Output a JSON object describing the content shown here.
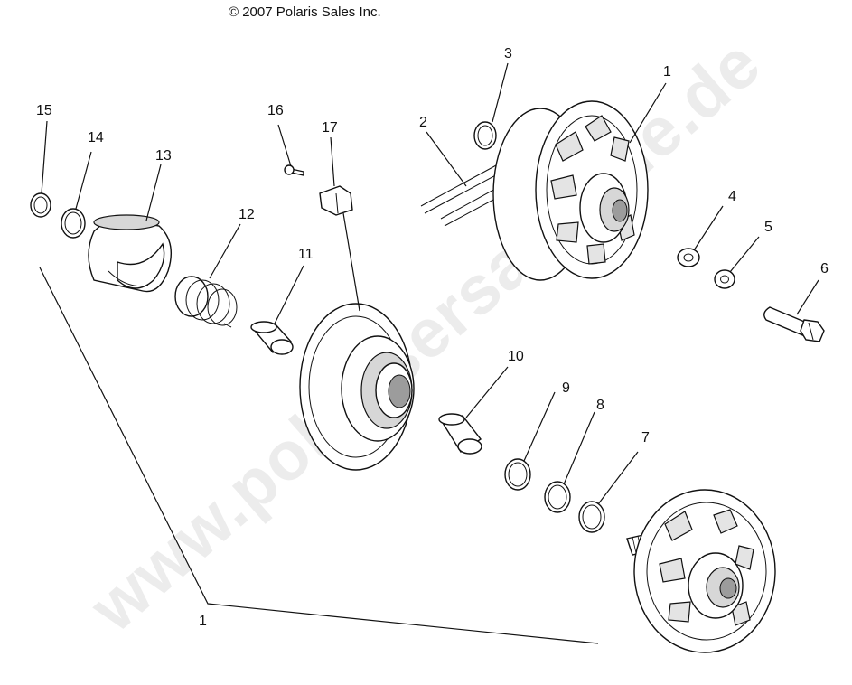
{
  "header": {
    "copyright": "© 2007 Polaris Sales Inc."
  },
  "watermark": {
    "text": "www.polarisersatzteile.de"
  },
  "callouts": {
    "c1_top": "1",
    "c2": "2",
    "c3": "3",
    "c4": "4",
    "c5": "5",
    "c6": "6",
    "c7": "7",
    "c8": "8",
    "c9": "9",
    "c10": "10",
    "c11": "11",
    "c12": "12",
    "c13": "13",
    "c14": "14",
    "c15": "15",
    "c16": "16",
    "c17": "17",
    "c1_bottom": "1"
  }
}
